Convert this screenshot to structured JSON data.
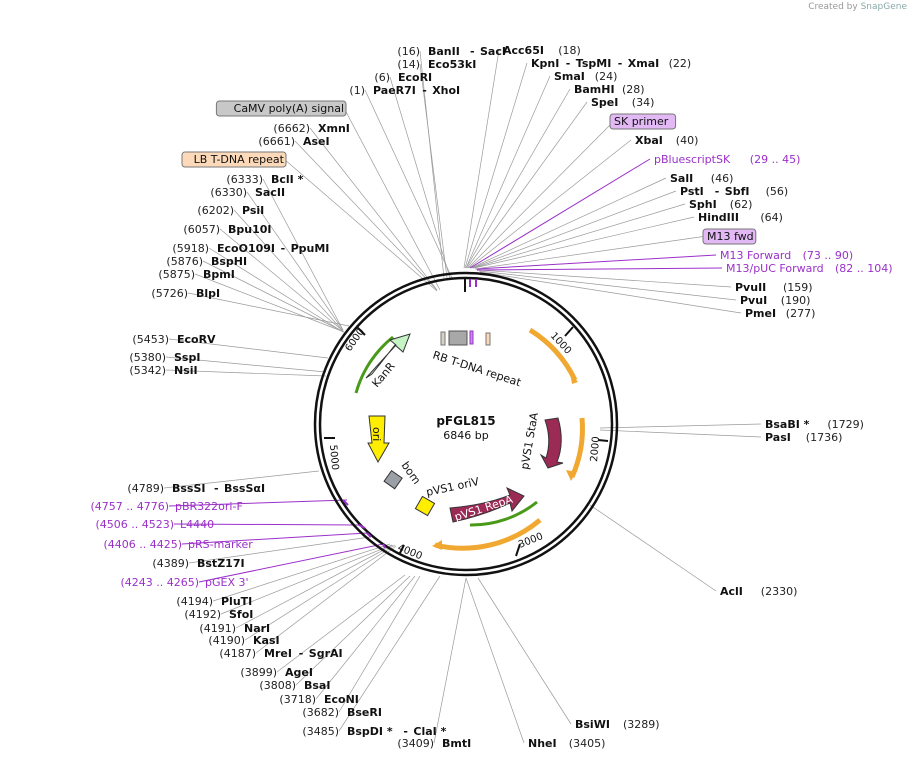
{
  "credit": {
    "prefix": "Created by",
    "brand": "SnapGene"
  },
  "plasmid": {
    "name": "pFGL815",
    "length": "6846 bp"
  },
  "ticks": [
    "1000",
    "2000",
    "3000",
    "4000",
    "5000",
    "6000"
  ],
  "labels": [
    {
      "pos": "(16)",
      "name": "BanII",
      "name2": "SacI",
      "type": "enz"
    },
    {
      "pos": "(14)",
      "name": "Eco53kI",
      "type": "enz"
    },
    {
      "pos": "(6)",
      "name": "EcoRI",
      "type": "enz"
    },
    {
      "pos": "(1)",
      "name": "PaeR7I",
      "name2": "XhoI",
      "type": "enz"
    },
    {
      "name": "CaMV poly(A) signal",
      "type": "box",
      "color": "#c8c8c8"
    },
    {
      "pos": "(6662)",
      "name": "XmnI",
      "type": "enz"
    },
    {
      "pos": "(6661)",
      "name": "AseI",
      "type": "enz"
    },
    {
      "name": "LB T-DNA repeat",
      "type": "box",
      "color": "#fcd9b8"
    },
    {
      "pos": "(6333)",
      "name": "BclI *",
      "type": "enz"
    },
    {
      "pos": "(6330)",
      "name": "SacII",
      "type": "enz"
    },
    {
      "pos": "(6202)",
      "name": "PsiI",
      "type": "enz"
    },
    {
      "pos": "(6057)",
      "name": "Bpu10I",
      "type": "enz"
    },
    {
      "pos": "(5918)",
      "name": "EcoO109I",
      "name2": "PpuMI",
      "type": "enz"
    },
    {
      "pos": "(5876)",
      "name": "BspHI",
      "type": "enz"
    },
    {
      "pos": "(5875)",
      "name": "BpmI",
      "type": "enz"
    },
    {
      "pos": "(5726)",
      "name": "BlpI",
      "type": "enz"
    },
    {
      "pos": "(5453)",
      "name": "EcoRV",
      "type": "enz"
    },
    {
      "pos": "(5380)",
      "name": "SspI",
      "type": "enz"
    },
    {
      "pos": "(5342)",
      "name": "NsiI",
      "type": "enz"
    },
    {
      "pos": "(4789)",
      "name": "BssSI",
      "name2": "BssSαI",
      "type": "enz"
    },
    {
      "pos": "(4757 .. 4776)",
      "name": "pBR322ori-F",
      "type": "prm"
    },
    {
      "pos": "(4506 .. 4523)",
      "name": "L4440",
      "type": "prm"
    },
    {
      "pos": "(4406 .. 4425)",
      "name": "pRS-marker",
      "type": "prm"
    },
    {
      "pos": "(4389)",
      "name": "BstZ17I",
      "type": "enz"
    },
    {
      "pos": "(4243 .. 4265)",
      "name": "pGEX 3'",
      "type": "prm"
    },
    {
      "pos": "(4194)",
      "name": "PluTI",
      "type": "enz"
    },
    {
      "pos": "(4192)",
      "name": "SfoI",
      "type": "enz"
    },
    {
      "pos": "(4191)",
      "name": "NarI",
      "type": "enz"
    },
    {
      "pos": "(4190)",
      "name": "KasI",
      "type": "enz"
    },
    {
      "pos": "(4187)",
      "name": "MreI",
      "name2": "SgrAI",
      "type": "enz"
    },
    {
      "pos": "(3899)",
      "name": "AgeI",
      "type": "enz"
    },
    {
      "pos": "(3808)",
      "name": "BsaI",
      "type": "enz"
    },
    {
      "pos": "(3718)",
      "name": "EcoNI",
      "type": "enz"
    },
    {
      "pos": "(3682)",
      "name": "BseRI",
      "type": "enz"
    },
    {
      "pos": "(3485)",
      "name": "BspDI *",
      "name2": "ClaI *",
      "type": "enz"
    },
    {
      "pos": "(3409)",
      "name": "BmtI",
      "type": "enz"
    },
    {
      "pos": "(3405)",
      "name": "NheI",
      "type": "enz"
    },
    {
      "pos": "(3289)",
      "name": "BsiWI",
      "type": "enz"
    },
    {
      "pos": "(2330)",
      "name": "AclI",
      "type": "enz"
    },
    {
      "pos": "(1736)",
      "name": "PasI",
      "type": "enz"
    },
    {
      "pos": "(1729)",
      "name": "BsaBI *",
      "type": "enz"
    },
    {
      "pos": "(277)",
      "name": "PmeI",
      "type": "enz"
    },
    {
      "pos": "(190)",
      "name": "PvuI",
      "type": "enz"
    },
    {
      "pos": "(159)",
      "name": "PvuII",
      "type": "enz"
    },
    {
      "pos": "(82 .. 104)",
      "name": "M13/pUC Forward",
      "type": "prm"
    },
    {
      "pos": "(73 .. 90)",
      "name": "M13 Forward",
      "type": "prm"
    },
    {
      "name": "M13 fwd",
      "type": "box",
      "color": "#e2b8f5"
    },
    {
      "pos": "(64)",
      "name": "HindIII",
      "type": "enz"
    },
    {
      "pos": "(62)",
      "name": "SphI",
      "type": "enz"
    },
    {
      "pos": "(56)",
      "name": "PstI",
      "name2": "SbfI",
      "type": "enz"
    },
    {
      "pos": "(46)",
      "name": "SalI",
      "type": "enz"
    },
    {
      "pos": "(29 .. 45)",
      "name": "pBluescriptSK",
      "type": "prm"
    },
    {
      "pos": "(40)",
      "name": "XbaI",
      "type": "enz"
    },
    {
      "name": "SK primer",
      "type": "box",
      "color": "#e2b8f5"
    },
    {
      "pos": "(34)",
      "name": "SpeI",
      "type": "enz"
    },
    {
      "pos": "(28)",
      "name": "BamHI",
      "type": "enz"
    },
    {
      "pos": "(24)",
      "name": "SmaI",
      "type": "enz"
    },
    {
      "pos": "(22)",
      "name": "KpnI",
      "name2": "TspMI",
      "name3": "XmaI",
      "type": "enz"
    },
    {
      "pos": "(18)",
      "name": "Acc65I",
      "type": "enz"
    }
  ],
  "features": [
    {
      "name": "RB T-DNA repeat",
      "color": "#a8a8a8"
    },
    {
      "name": "KanR",
      "color": "#c5f5c5"
    },
    {
      "name": "ori",
      "color": "#ffee00"
    },
    {
      "name": "bom",
      "color": "#9aa0a6"
    },
    {
      "name": "pVS1 oriV",
      "color": "#ffee00"
    },
    {
      "name": "pVS1 RepA",
      "color": "#9b2a55"
    },
    {
      "name": "pVS1 StaA",
      "color": "#9b2a55"
    }
  ],
  "colors": {
    "primer": "#9b30c9",
    "orf": "#f0a830",
    "orf2": "#4a9a1a"
  }
}
